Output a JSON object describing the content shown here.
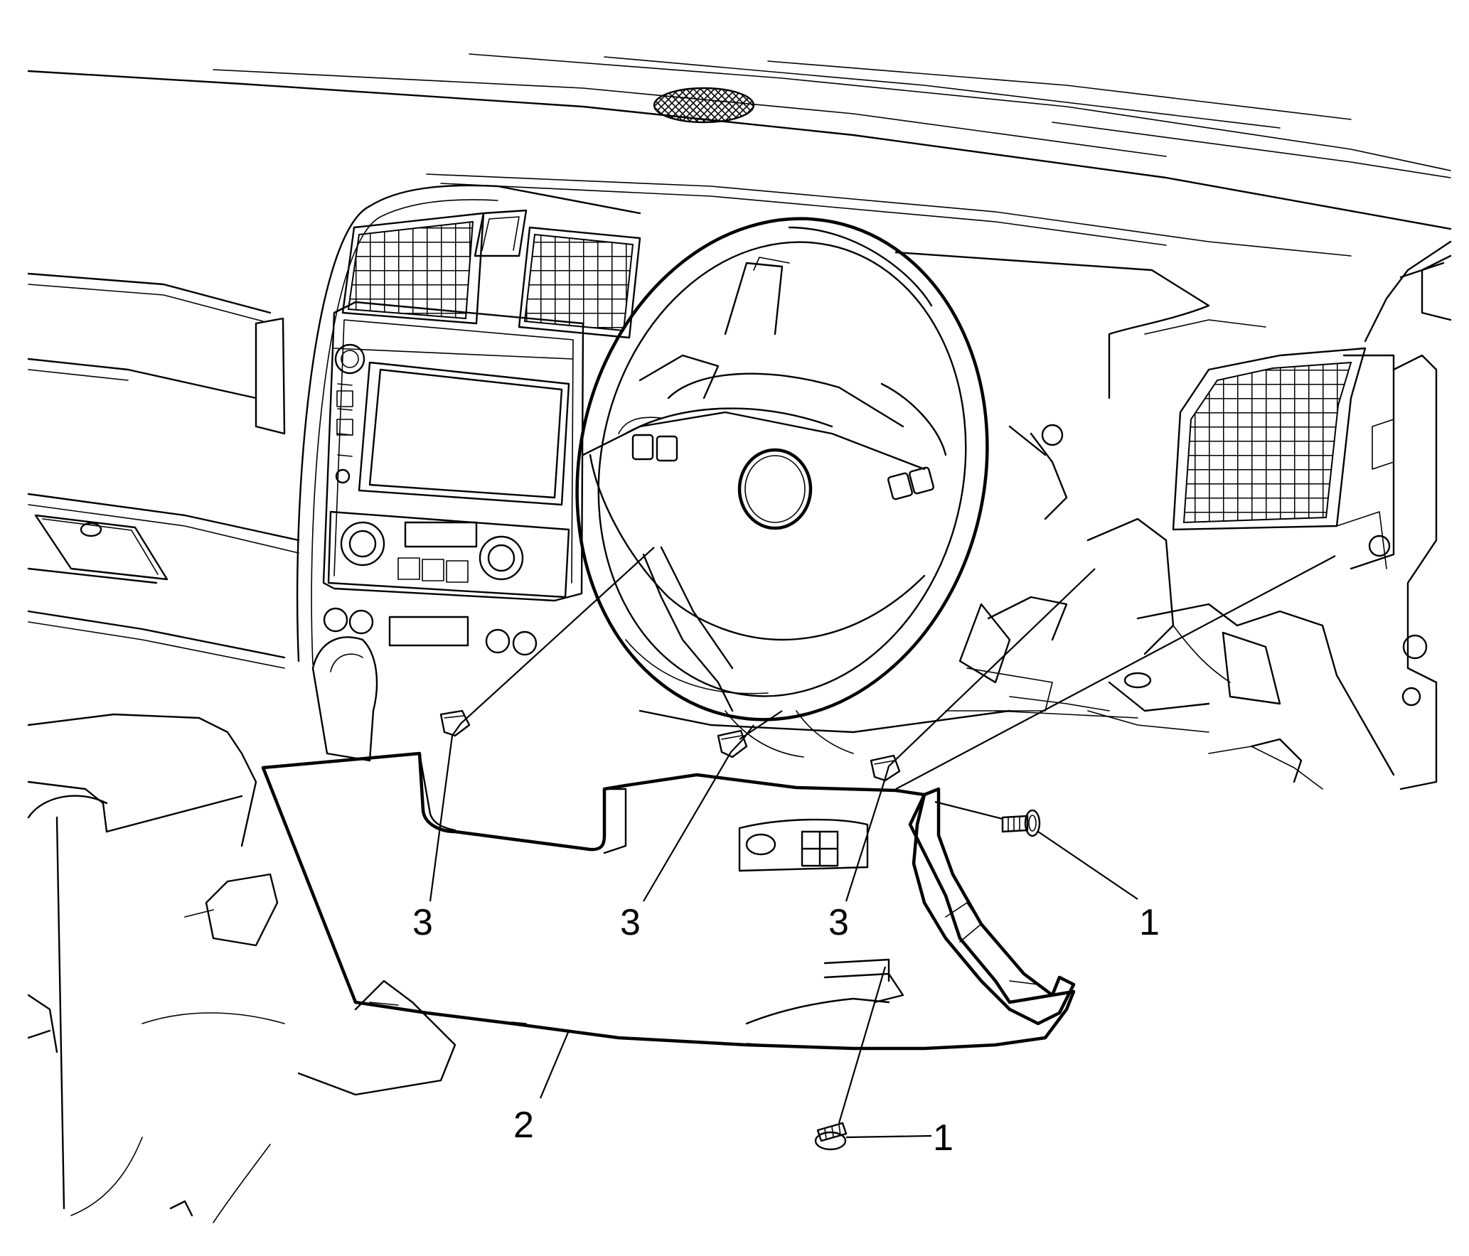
{
  "callouts": [
    {
      "id": "fastener-right",
      "label": "1"
    },
    {
      "id": "fastener-lower",
      "label": "1"
    },
    {
      "id": "knee-bolster-panel",
      "label": "2"
    },
    {
      "id": "retainer-left",
      "label": "3"
    },
    {
      "id": "retainer-center",
      "label": "3"
    },
    {
      "id": "retainer-right",
      "label": "3"
    }
  ]
}
